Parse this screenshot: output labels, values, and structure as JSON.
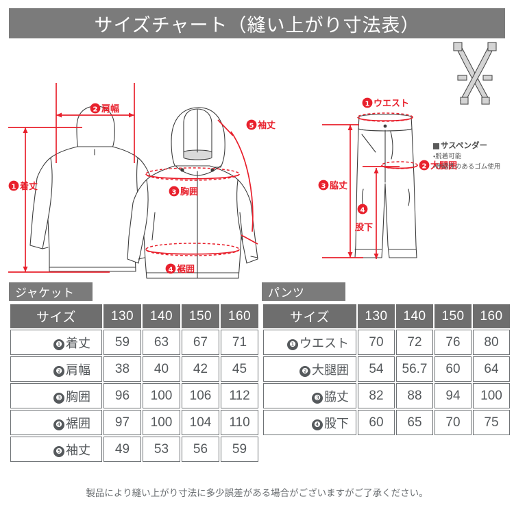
{
  "header": {
    "title": "サイズチャート（縫い上がり寸法表）",
    "bg_color": "#7b7b7b",
    "text_color": "#ffffff"
  },
  "colors": {
    "accent_red": "#e8202c",
    "header_gray": "#7b7b7b",
    "table_header_gray": "#6e6e6e",
    "line_gray": "#6f7376",
    "text_gray": "#55595c"
  },
  "illustration": {
    "jacket": {
      "views": [
        "back",
        "front"
      ],
      "labels": [
        {
          "num": "❶",
          "text": "着丈",
          "en": "body-length"
        },
        {
          "num": "❷",
          "text": "肩幅",
          "en": "shoulder-width"
        },
        {
          "num": "❸",
          "text": "胸囲",
          "en": "chest"
        },
        {
          "num": "❹",
          "text": "裾囲",
          "en": "hem"
        },
        {
          "num": "❺",
          "text": "袖丈",
          "en": "sleeve-length"
        }
      ]
    },
    "pants": {
      "labels": [
        {
          "num": "❶",
          "text": "ウエスト",
          "en": "waist"
        },
        {
          "num": "❷",
          "text": "大腿囲",
          "en": "thigh"
        },
        {
          "num": "❸",
          "text": "脇丈",
          "en": "outseam"
        },
        {
          "num": "❹",
          "text": "股下",
          "en": "inseam"
        }
      ]
    },
    "suspender": {
      "heading": "サスペンダー",
      "bullets": [
        "・脱着可能",
        "・伸縮性のあるゴム使用"
      ]
    }
  },
  "tables": [
    {
      "id": "jacket",
      "category": "ジャケット",
      "size_header": "サイズ",
      "sizes": [
        "130",
        "140",
        "150",
        "160"
      ],
      "rows": [
        {
          "num": "❶",
          "label": "着丈",
          "values": [
            "59",
            "63",
            "67",
            "71"
          ]
        },
        {
          "num": "❷",
          "label": "肩幅",
          "values": [
            "38",
            "40",
            "42",
            "45"
          ]
        },
        {
          "num": "❸",
          "label": "胸囲",
          "values": [
            "96",
            "100",
            "106",
            "112"
          ]
        },
        {
          "num": "❹",
          "label": "裾囲",
          "values": [
            "97",
            "100",
            "104",
            "110"
          ]
        },
        {
          "num": "❺",
          "label": "袖丈",
          "values": [
            "49",
            "53",
            "56",
            "59"
          ]
        }
      ]
    },
    {
      "id": "pants",
      "category": "パンツ",
      "size_header": "サイズ",
      "sizes": [
        "130",
        "140",
        "150",
        "160"
      ],
      "rows": [
        {
          "num": "❶",
          "label": "ウエスト",
          "values": [
            "70",
            "72",
            "76",
            "80"
          ]
        },
        {
          "num": "❷",
          "label": "大腿囲",
          "values": [
            "54",
            "56.7",
            "60",
            "64"
          ]
        },
        {
          "num": "❸",
          "label": "脇丈",
          "values": [
            "82",
            "88",
            "94",
            "100"
          ]
        },
        {
          "num": "❹",
          "label": "股下",
          "values": [
            "60",
            "65",
            "70",
            "75"
          ]
        }
      ]
    }
  ],
  "footer": {
    "note": "製品により縫い上がり寸法に多少誤差がある場合がございますがご了承ください。"
  }
}
